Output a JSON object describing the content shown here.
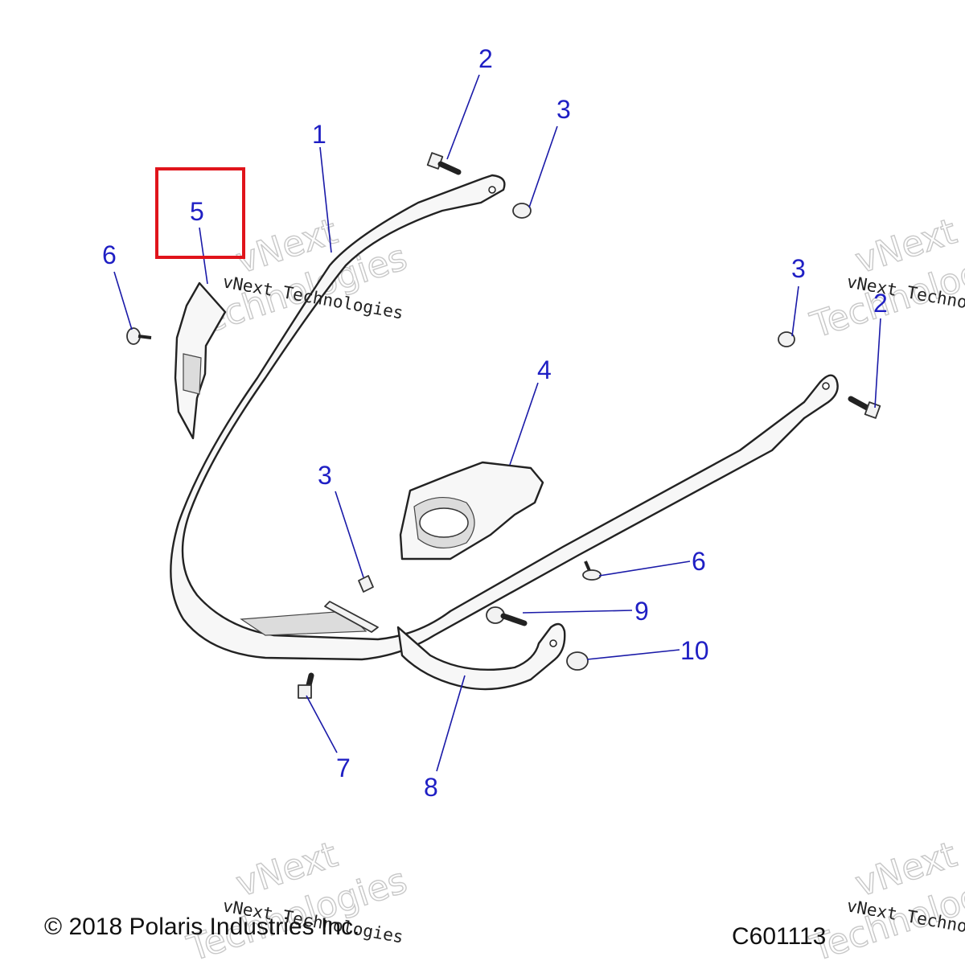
{
  "callouts": {
    "c1": "1",
    "c2a": "2",
    "c2b": "2",
    "c3a": "3",
    "c3b": "3",
    "c3c": "3",
    "c4": "4",
    "c5": "5",
    "c6a": "6",
    "c6b": "6",
    "c7": "7",
    "c8": "8",
    "c9": "9",
    "c10": "10"
  },
  "watermarks": {
    "text": "vNext Technologies",
    "big_line1": "vNext",
    "big_line2": "Technologies"
  },
  "footer": {
    "copyright": "© 2018 Polaris Industries Inc.",
    "code": "C601113"
  },
  "highlight": {
    "target": "5",
    "color": "#e0141b"
  },
  "colors": {
    "callout": "#1f1fc4",
    "line_art": "#222222"
  }
}
